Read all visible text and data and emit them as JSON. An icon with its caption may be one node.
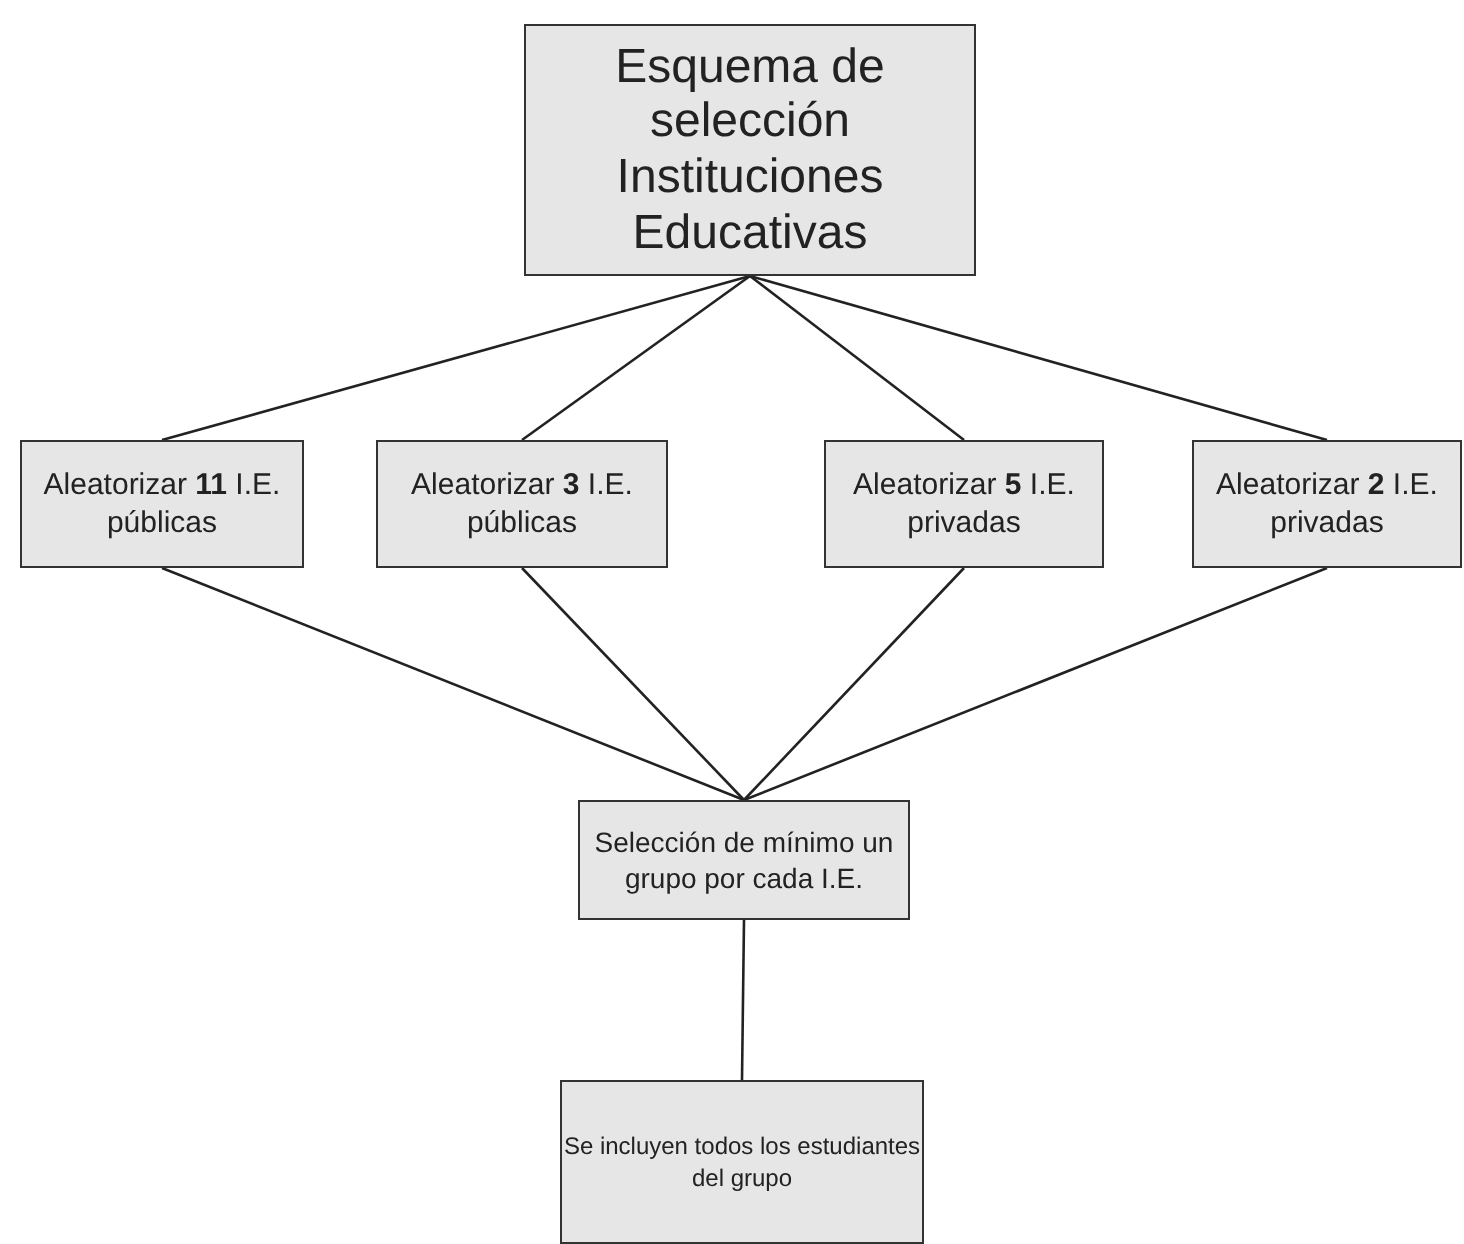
{
  "diagram": {
    "nodes": [
      {
        "text": [
          "Esquema de selección Instituciones Educativas"
        ]
      },
      {
        "text": [
          "Aleatorizar **11** I.E. públicas"
        ]
      },
      {
        "text": [
          "Aleatorizar **3** I.E. públicas"
        ]
      },
      {
        "text": [
          "Aleatorizar **5** I.E. privadas"
        ]
      },
      {
        "text": [
          "Aleatorizar **2** I.E. privadas"
        ]
      },
      {
        "text": [
          "Selección de mínimo un grupo por cada I.E."
        ]
      },
      {
        "text": [
          "Se incluyen todos los estudiantes del grupo"
        ]
      }
    ],
    "edges": [
      {
        "from": 0,
        "to": 1,
        "arrow": "none"
      },
      {
        "from": 0,
        "to": 2,
        "arrow": "none"
      },
      {
        "from": 0,
        "to": 3,
        "arrow": "none"
      },
      {
        "from": 0,
        "to": 4,
        "arrow": "none"
      },
      {
        "from": 1,
        "to": 5,
        "arrow": "none"
      },
      {
        "from": 2,
        "to": 5,
        "arrow": "none"
      },
      {
        "from": 3,
        "to": 5,
        "arrow": "none"
      },
      {
        "from": 4,
        "to": 5,
        "arrow": "none"
      },
      {
        "from": 5,
        "to": 6,
        "arrow": "none"
      }
    ]
  }
}
